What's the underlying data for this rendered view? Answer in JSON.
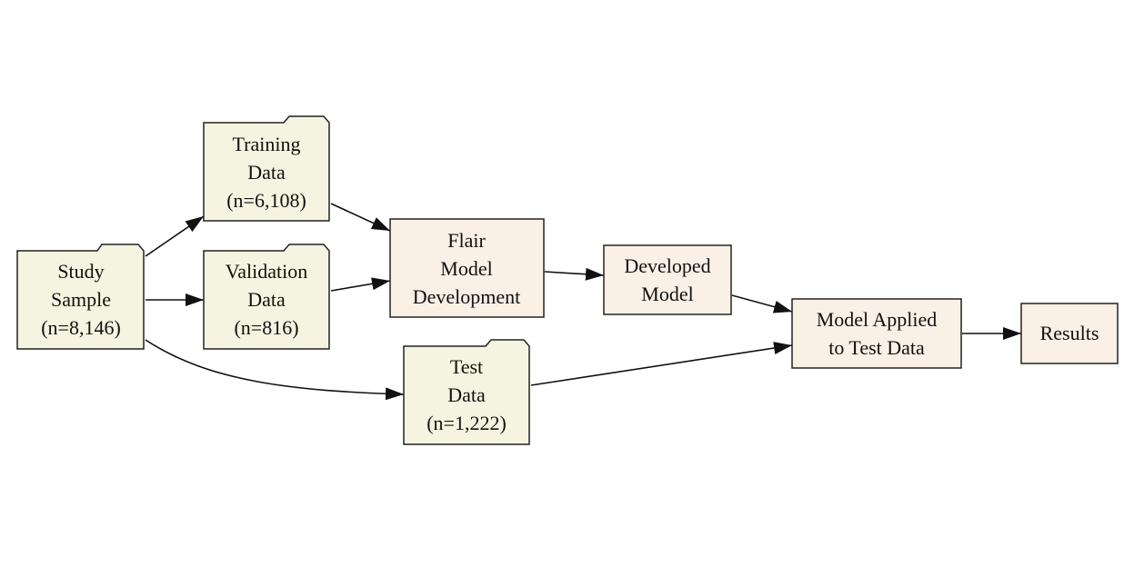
{
  "colors": {
    "data_node_fill": "#f4f4e0",
    "process_node_fill": "#faf0e6",
    "stroke": "#222222"
  },
  "nodes": {
    "study_sample": {
      "shape": "folder",
      "lines": [
        "Study",
        "Sample",
        "(n=8,146)"
      ]
    },
    "training_data": {
      "shape": "folder",
      "lines": [
        "Training",
        "Data",
        "(n=6,108)"
      ]
    },
    "validation_data": {
      "shape": "folder",
      "lines": [
        "Validation",
        "Data",
        "(n=816)"
      ]
    },
    "test_data": {
      "shape": "folder",
      "lines": [
        "Test",
        "Data",
        "(n=1,222)"
      ]
    },
    "flair_model_development": {
      "shape": "box",
      "lines": [
        "Flair",
        "Model",
        "Development"
      ]
    },
    "developed_model": {
      "shape": "box",
      "lines": [
        "Developed",
        "Model"
      ]
    },
    "model_applied": {
      "shape": "box",
      "lines": [
        "Model Applied",
        "to Test Data"
      ]
    },
    "results": {
      "shape": "box",
      "lines": [
        "Results"
      ]
    }
  },
  "edges": [
    [
      "study_sample",
      "training_data"
    ],
    [
      "study_sample",
      "validation_data"
    ],
    [
      "study_sample",
      "test_data"
    ],
    [
      "training_data",
      "flair_model_development"
    ],
    [
      "validation_data",
      "flair_model_development"
    ],
    [
      "flair_model_development",
      "developed_model"
    ],
    [
      "developed_model",
      "model_applied"
    ],
    [
      "test_data",
      "model_applied"
    ],
    [
      "model_applied",
      "results"
    ]
  ]
}
